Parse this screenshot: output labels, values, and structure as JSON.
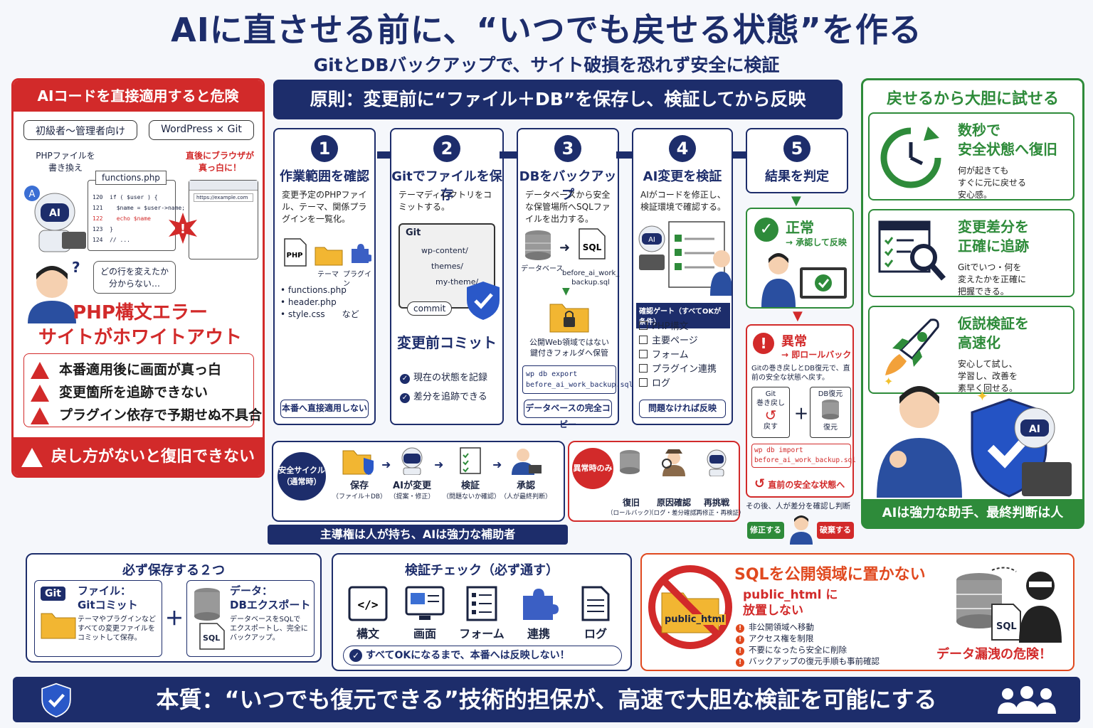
{
  "header": {
    "title": "AIに直させる前に、“いつでも戻せる状態”を作る",
    "subtitle": "GitとDBバックアップで、サイト破損を恐れず安全に検証"
  },
  "left": {
    "title": "AIコードを直接適用すると危険",
    "tags": [
      "初級者〜管理者向け",
      "WordPress × Git"
    ],
    "php_note": "PHPファイルを\n書き換え",
    "browser_note": "直後にブラウザが\n真っ白に！",
    "file_name": "functions.php",
    "code_lines": [
      {
        "n": "120",
        "t": "if ( $user ) {"
      },
      {
        "n": "121",
        "t": "  $name = $user->name;"
      },
      {
        "n": "122",
        "t": "  echo $name"
      },
      {
        "n": "123",
        "t": "}"
      },
      {
        "n": "124",
        "t": "// ..."
      }
    ],
    "url": "https://example.com",
    "ai_badge": "AI",
    "a_badge": "A",
    "confused": "どの行を変えたか\n分からない…",
    "error_title": "PHP構文エラー\nサイトがホワイトアウト",
    "warnings": [
      "本番適用後に画面が真っ白",
      "変更箇所を追跡できない",
      "プラグイン依存で予期せぬ不具合"
    ],
    "footer": "戻し方がないと復旧できない"
  },
  "principle": "原則：変更前に“ファイル＋DB”を保存し、検証してから反映",
  "steps": [
    {
      "num": "1",
      "title": "作業範囲を確認",
      "desc": "変更予定のPHPファイル、テーマ、関係プラグインを一覧化。",
      "labels": [
        "PHP",
        "テーマ",
        "プラグイン"
      ],
      "files": [
        "• functions.php",
        "• header.php",
        "• style.css　　など"
      ],
      "footer": "本番へ直接適用しない"
    },
    {
      "num": "2",
      "title": "Gitでファイルを保存",
      "desc": "テーマディレクトリをコミットする。",
      "git_label": "Git",
      "tree": [
        "wp-content/",
        "themes/",
        "my-theme/"
      ],
      "commit": "commit",
      "big": "変更前コミット",
      "checks": [
        "現在の状態を記録",
        "差分を追跡できる"
      ]
    },
    {
      "num": "3",
      "title": "DBをバックアップ",
      "desc": "データベースから安全な保管場所へSQLファイルを出力する。",
      "db_label": "データベース",
      "sql": "SQL",
      "file": "before_ai_work_\nbackup.sql",
      "vault": "公開Web領域ではない\n鍵付きフォルダへ保管",
      "cmd": "wp db export\nbefore_ai_work_backup.sql",
      "footer": "データベースの完全コピー"
    },
    {
      "num": "4",
      "title": "AI変更を検証",
      "desc": "AIがコードを修正し、検証環境で確認する。",
      "ai": "AI",
      "gate_title": "確認ゲート（すべてOKが条件）",
      "gate": [
        "PHP構文",
        "主要ページ",
        "フォーム",
        "プラグイン連携",
        "ログ"
      ],
      "footer": "問題なければ反映"
    },
    {
      "num": "5",
      "title": "結果を判定"
    }
  ],
  "judge": {
    "ok_title": "正常",
    "ok_sub": "→ 承認して反映",
    "ng_title": "異常",
    "ng_sub": "→ 即ロールバック",
    "ng_desc": "Gitの巻き戻しとDB復元で、直前の安全な状態へ戻す。",
    "git_rb": "Git\n巻き戻し",
    "back": "戻す",
    "db_rb": "DB復元",
    "restore": "復元",
    "cmd": "wp db import\nbefore_ai_work_backup.sql",
    "result": "直前の安全な状態へ",
    "after": "その後、人が差分を確認し判断",
    "fix": "修正する",
    "discard": "破棄する"
  },
  "right": {
    "title": "戻せるから大胆に試せる",
    "cards": [
      {
        "title": "数秒で\n安全状態へ復旧",
        "desc": "何が起きても\nすぐに元に戻せる\n安心感。"
      },
      {
        "title": "変更差分を\n正確に追跡",
        "desc": "Gitでいつ・何を\n変えたかを正確に\n把握できる。"
      },
      {
        "title": "仮説検証を\n高速化",
        "desc": "安心して試し、\n学習し、改善を\n素早く回せる。"
      }
    ],
    "ai": "AI",
    "footer": "AIは強力な助手、最終判断は人"
  },
  "cycle": {
    "label": "安全サイクル\n（通常時）",
    "items": [
      {
        "t": "保存",
        "s": "（ファイル＋DB）"
      },
      {
        "t": "AIが変更",
        "s": "（提案・修正）"
      },
      {
        "t": "検証",
        "s": "（問題ないか確認）"
      },
      {
        "t": "承認",
        "s": "（人が最終判断）"
      }
    ],
    "footer": "主導権は人が持ち、AIは強力な補助者"
  },
  "abnormal": {
    "label": "異常時のみ",
    "items": [
      {
        "t": "復旧",
        "s": "（ロールバック）"
      },
      {
        "t": "原因確認",
        "s": "（ログ・差分確認）"
      },
      {
        "t": "再挑戦",
        "s": "（再修正・再検証）"
      }
    ]
  },
  "save2": {
    "title": "必ず保存する２つ",
    "file_title": "ファイル：\nGitコミット",
    "file_desc": "テーマやプラグインなど\nすべての変更ファイルを\nコミットして保存。",
    "git": "Git",
    "plus": "＋",
    "data_title": "データ：\nDBエクスポート",
    "data_desc": "データベースをSQLで\nエクスポートし、完全に\nバックアップ。",
    "sql": "SQL"
  },
  "verify": {
    "title": "検証チェック（必ず通す）",
    "items": [
      "構文",
      "画面",
      "フォーム",
      "連携",
      "ログ"
    ],
    "footer": "すべてOKになるまで、本番へは反映しない！"
  },
  "sqlwarn": {
    "title": "SQLを公開領域に置かない",
    "folder": "public_html",
    "sub": "public_html に\n放置しない",
    "items": [
      "非公開領域へ移動",
      "アクセス権を制限",
      "不要になったら安全に削除",
      "バックアップの復元手順も事前確認"
    ],
    "sql": "SQL",
    "danger": "データ漏洩の危険！"
  },
  "bottom": "本質：“いつでも復元できる”技術的担保が、高速で大胆な検証を可能にする",
  "colors": {
    "navy": "#1d2d6b",
    "red": "#d22a2a",
    "green": "#2e8b3a",
    "orange": "#e0491f"
  }
}
